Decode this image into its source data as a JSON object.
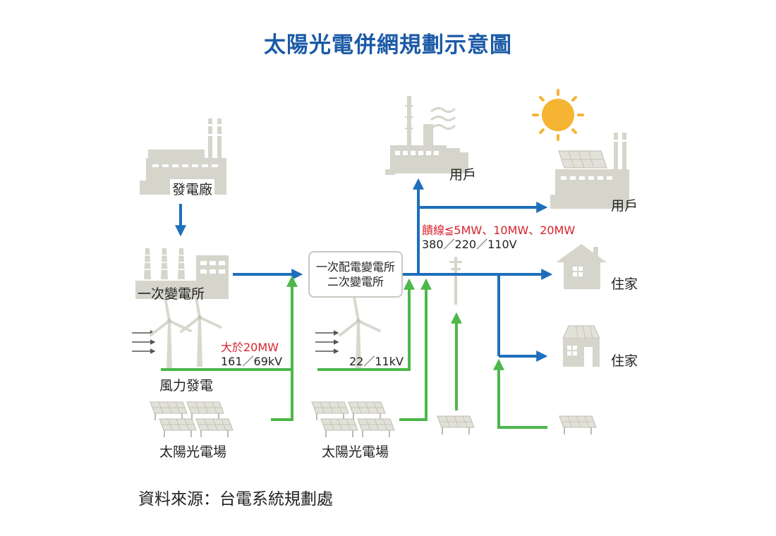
{
  "title": "太陽光電併網規劃示意圖",
  "nodes": {
    "power_plant": "發電廠",
    "primary_substation": "一次變電所",
    "secondary_box_line1": "一次配電變電所",
    "secondary_box_line2": "二次變電所",
    "wind_power": "風力發電",
    "solar_farm_1": "太陽光電場",
    "solar_farm_2": "太陽光電場",
    "user_factory_1": "用戶",
    "user_factory_2": "用戶",
    "house_1": "住家",
    "house_2": "住家"
  },
  "annotations": {
    "feeder_capacity": "饋線≦5MW、10MW、20MW",
    "feeder_voltage": "380／220／110V",
    "large_capacity": "大於20MW",
    "large_voltage": "161／69kV",
    "mid_voltage": "22／11kV"
  },
  "source": "資料來源：台電系統規劃處",
  "colors": {
    "title": "#1b5aa6",
    "grid_line": "#1e6fbb",
    "generation_line": "#4cb74a",
    "icon_gray": "#d6d5cb",
    "sun": "#f5b432",
    "capacity_text": "#d8222e"
  }
}
